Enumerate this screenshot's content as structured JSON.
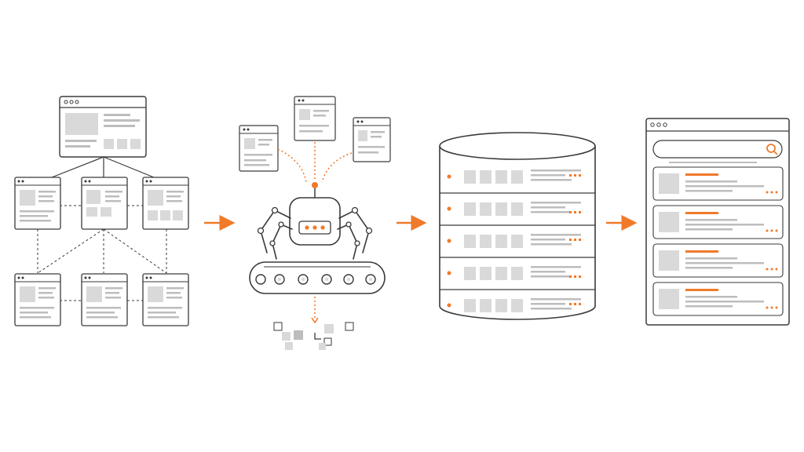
{
  "stages": [
    {
      "id": "crawl-source",
      "icon": "website-network-icon"
    },
    {
      "id": "extract",
      "icon": "crawler-robot-icon"
    },
    {
      "id": "store",
      "icon": "database-icon"
    },
    {
      "id": "search",
      "icon": "search-results-icon"
    }
  ],
  "colors": {
    "stroke": "#3a3a3a",
    "fill_gray": "#d9d9d9",
    "line_gray": "#bdbdbd",
    "accent": "#f07a2a",
    "background": "#ffffff"
  },
  "search": {
    "results_shown": 4
  },
  "database": {
    "racks": 5
  }
}
